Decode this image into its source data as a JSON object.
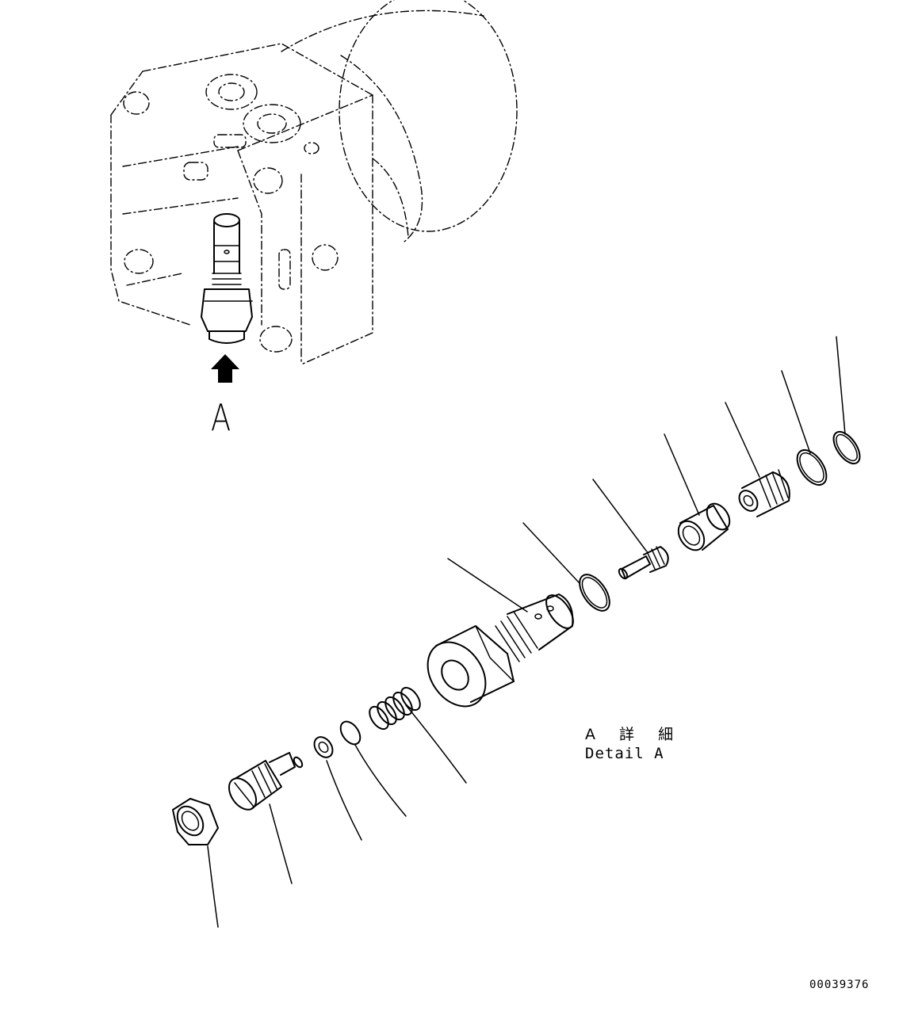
{
  "view_marker": {
    "letter": "A"
  },
  "detail_caption": {
    "japanese": "A 詳 細",
    "english": "Detail A"
  },
  "drawing_number": "00039376",
  "colors": {
    "ink": "#000000",
    "paper": "#ffffff"
  },
  "icons": {
    "view_arrow": "up-arrow-icon"
  }
}
